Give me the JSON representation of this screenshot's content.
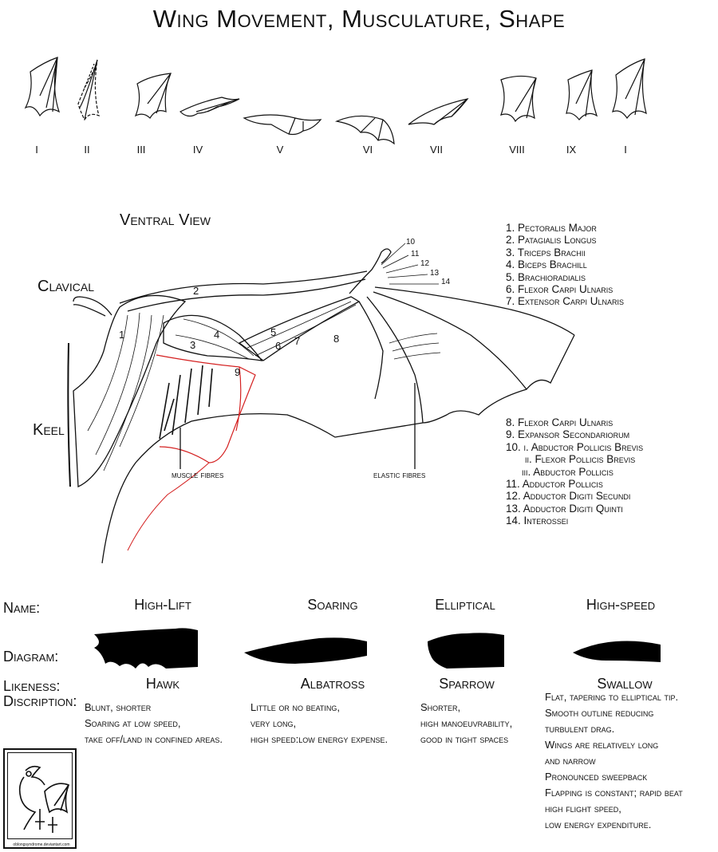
{
  "title": "Wing Movement, Musculature, Shape",
  "movement_labels": [
    "I",
    "II",
    "III",
    "IV",
    "V",
    "VI",
    "VII",
    "VIII",
    "IX",
    "I"
  ],
  "anatomy": {
    "view_title": "Ventral View",
    "clavical": "Clavical",
    "keel": "Keel",
    "muscle_fibres": "muscle fibres",
    "elastic_fibres": "elastic fibres",
    "numbers": [
      "1",
      "2",
      "3",
      "4",
      "5",
      "6",
      "7",
      "8",
      "9",
      "10",
      "11",
      "12",
      "13",
      "14"
    ]
  },
  "muscles_a": [
    "1. Pectoralis Major",
    "2. Patagialis Longus",
    "3. Triceps Brachii",
    "4. Biceps Brachill",
    "5. Brachioradialis",
    "6. Flexor Carpi Ulnaris",
    "7. Extensor Carpi Ulnaris"
  ],
  "muscles_b": [
    "8. Flexor Carpi Ulnaris",
    "9. Expansor Secondariorum",
    "10. i. Abductor Pollicis Brevis",
    "ii. Flexor Pollicis Brevis",
    "iii. Abductor Pollicis",
    "11. Adductor Pollicis",
    "12. Adductor Digiti Secundi",
    "13. Adductor Digiti Quinti",
    "14. Interossei"
  ],
  "table": {
    "name_label": "Name:",
    "diagram_label": "Diagram:",
    "likeness_label": "Likeness:",
    "description_label": "Discription:",
    "columns": [
      {
        "name": "High-Lift",
        "likeness": "Hawk",
        "description": [
          "Blunt, shorter",
          "Soaring at low speed,",
          "take off/land in confined areas."
        ]
      },
      {
        "name": "Soaring",
        "likeness": "Albatross",
        "description": [
          "Little or no beating,",
          "very long,",
          "high speed:low energy expense."
        ]
      },
      {
        "name": "Elliptical",
        "likeness": "Sparrow",
        "description": [
          "Shorter,",
          "high manoeuvrability,",
          "good in tight spaces"
        ]
      },
      {
        "name": "High-speed",
        "likeness": "Swallow",
        "description": [
          "Flat, tapering to elliptical tip.",
          "Smooth outline reducing",
          "turbulent drag.",
          "Wings are relatively long",
          "and narrow",
          "Pronounced sweepback",
          "Flapping is constant; rapid beat",
          "high flight speed,",
          "low energy expenditure."
        ]
      }
    ]
  },
  "credit": "oblongsyndrome.deviantart.com"
}
